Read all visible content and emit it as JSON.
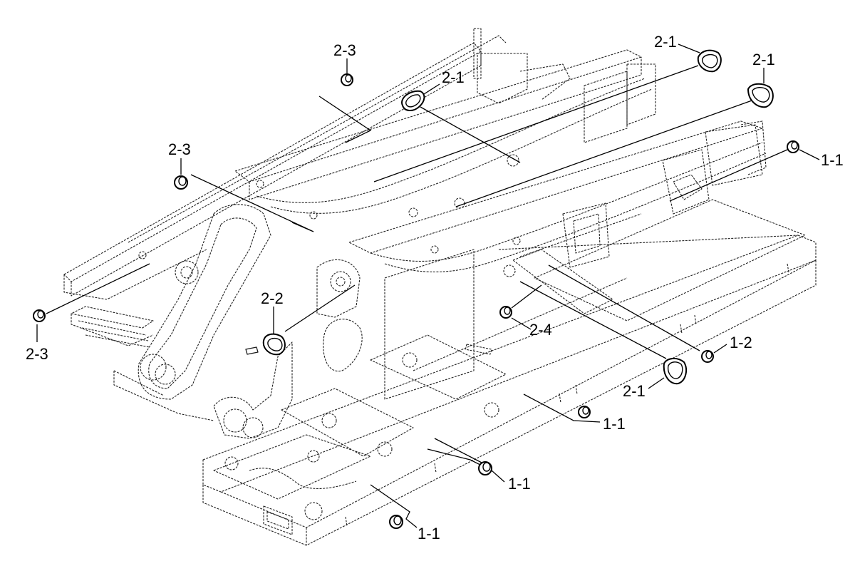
{
  "diagram": {
    "callouts": [
      {
        "id": "c1",
        "text": "2-3"
      },
      {
        "id": "c2",
        "text": "2-1"
      },
      {
        "id": "c3",
        "text": "2-1"
      },
      {
        "id": "c4",
        "text": "2-1"
      },
      {
        "id": "c5",
        "text": "1-1"
      },
      {
        "id": "c6",
        "text": "2-3"
      },
      {
        "id": "c7",
        "text": "2-2"
      },
      {
        "id": "c8",
        "text": "2-3"
      },
      {
        "id": "c9",
        "text": "2-4"
      },
      {
        "id": "c10",
        "text": "1-2"
      },
      {
        "id": "c11",
        "text": "2-1"
      },
      {
        "id": "c12",
        "text": "1-1"
      },
      {
        "id": "c13",
        "text": "1-1"
      },
      {
        "id": "c14",
        "text": "1-1"
      }
    ]
  }
}
